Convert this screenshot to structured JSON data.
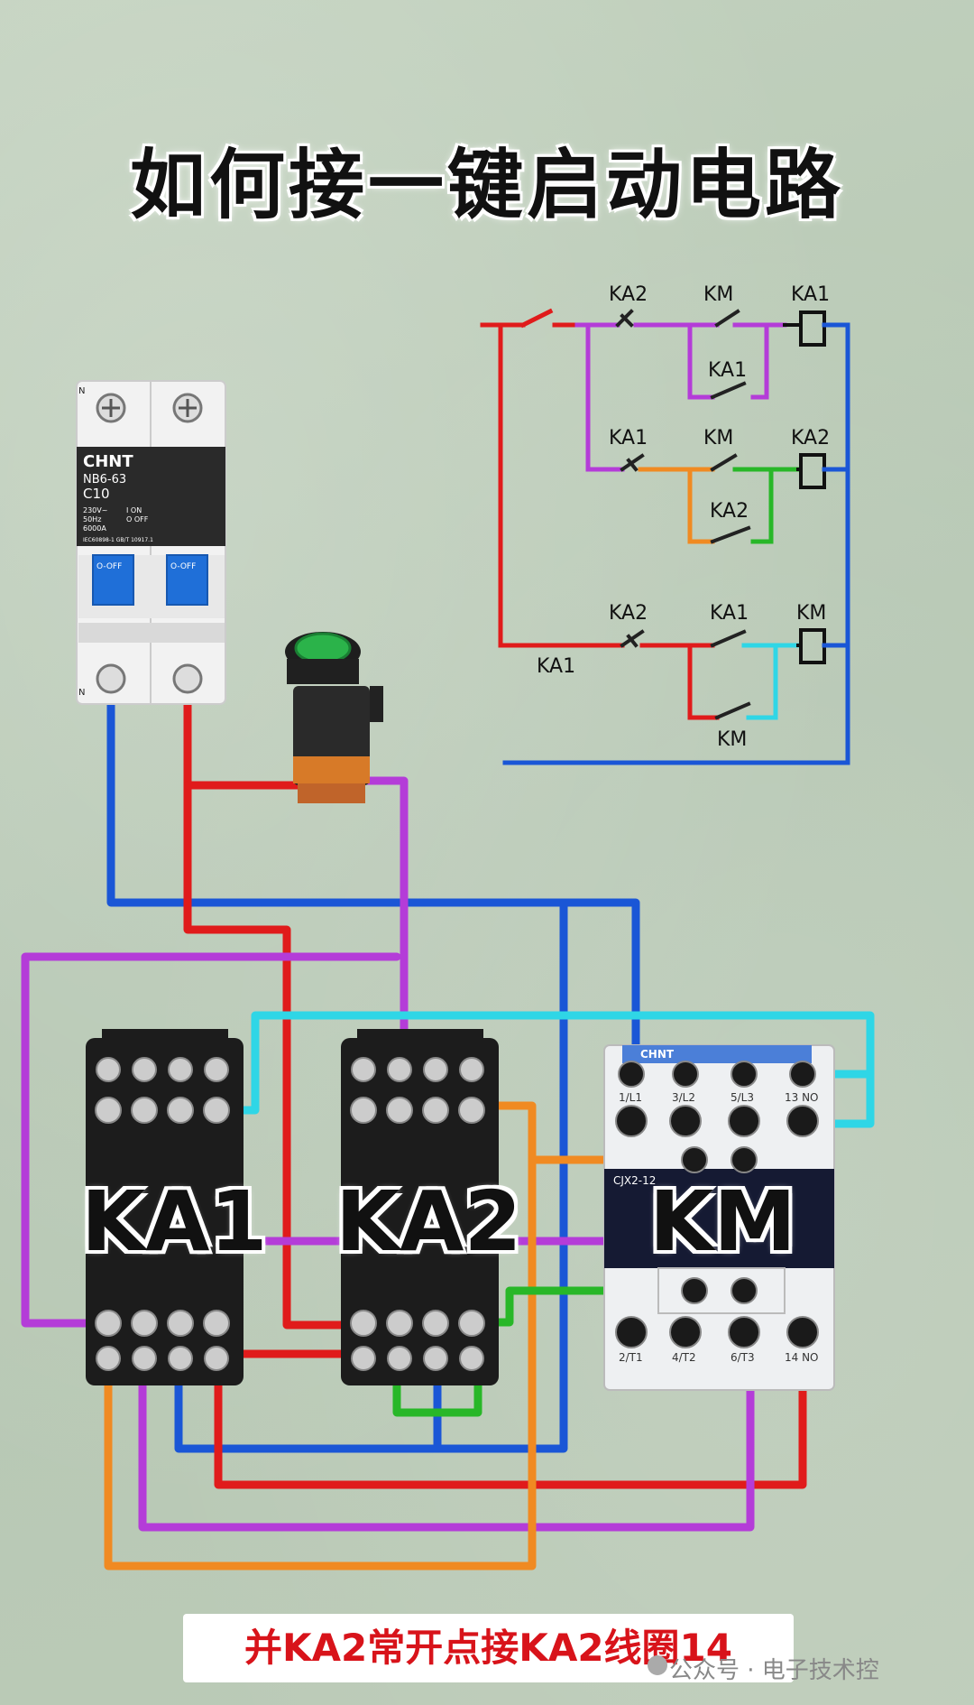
{
  "title": "如何接一键启动电路",
  "schematic_labels": {
    "r1_ka2": "KA2",
    "r1_km": "KM",
    "r1_coil": "KA1",
    "r1_hold": "KA1",
    "r2_ka1": "KA1",
    "r2_km": "KM",
    "r2_coil": "KA2",
    "r2_hold": "KA2",
    "r3_ka2": "KA2",
    "r3_ka1": "KA1",
    "r3_coil": "KM",
    "r3_hold": "KM",
    "r3_left": "KA1"
  },
  "breaker": {
    "brand": "CHNT",
    "model": "NB6-63",
    "rating": "C10",
    "spec_lines": [
      "230V~",
      "50Hz",
      "6000A"
    ],
    "on_label": "I ON",
    "off_label": "O OFF",
    "std": "IEC60898-1 GB/T 10917.1",
    "handle_label": "O-OFF",
    "pole_n": "N"
  },
  "contactor": {
    "brand": "CHNT",
    "model": "CJX2-12",
    "top_terminals": [
      "1/L1",
      "3/L2",
      "5/L3",
      "13 NO"
    ],
    "bottom_terminals": [
      "2/T1",
      "4/T2",
      "6/T3",
      "14 NO"
    ]
  },
  "device_labels": {
    "ka1": "KA1",
    "ka2": "KA2",
    "km": "KM"
  },
  "caption": "并KA2常开点接KA2线圈14",
  "watermark": "公众号 · 电子技术控",
  "colors": {
    "red": "#e01b1b",
    "blue": "#1a56d6",
    "purple": "#b43cd8",
    "cyan": "#2fd6e6",
    "orange": "#f08a22",
    "green": "#28b728"
  }
}
